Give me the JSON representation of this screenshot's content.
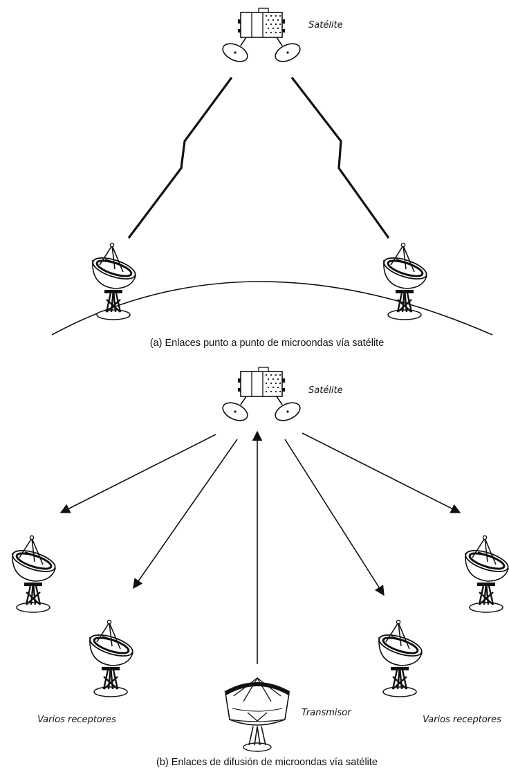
{
  "part_a": {
    "satellite_label": "Satélite",
    "caption": "(a) Enlaces punto a punto de microondas vía satélite"
  },
  "part_b": {
    "satellite_label": "Satélite",
    "receivers_left_label": "Varios receptores",
    "receivers_right_label": "Varios receptores",
    "transmitter_label": "Transmisor",
    "caption": "(b) Enlaces de difusión de microondas vía satélite"
  }
}
